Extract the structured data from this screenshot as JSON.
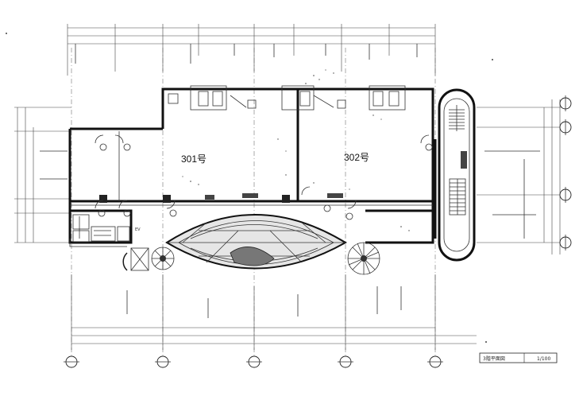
{
  "drawing": {
    "rooms": [
      {
        "id": "room-301",
        "label": "301号"
      },
      {
        "id": "room-302",
        "label": "302号"
      }
    ],
    "elevator_label": "EV",
    "title_block": {
      "label": "3階平面図",
      "scale": "1/100"
    }
  }
}
